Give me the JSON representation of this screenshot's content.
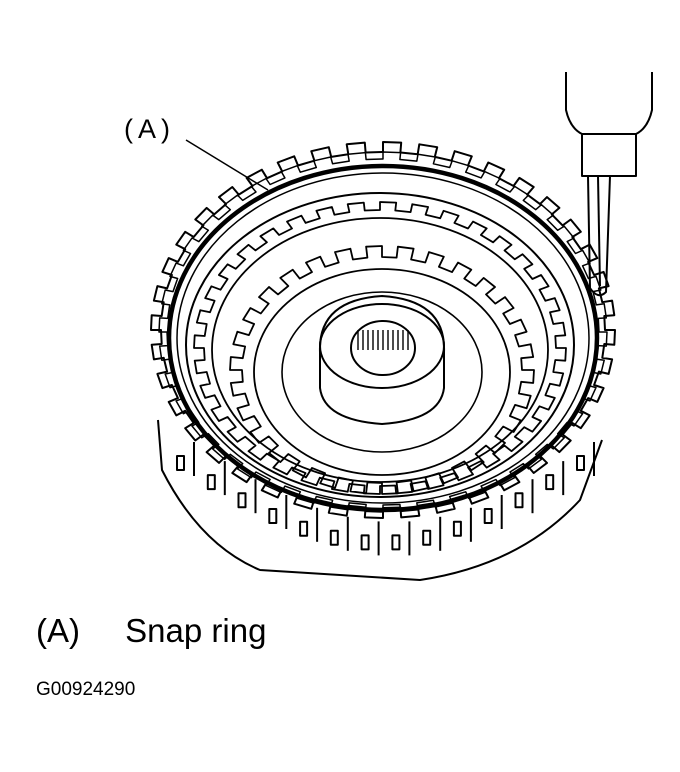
{
  "callout": {
    "label": "(A)"
  },
  "legend": {
    "key": "(A)",
    "text": "Snap ring"
  },
  "figure_id": "G00924290",
  "colors": {
    "line": "#000000",
    "background": "#ffffff"
  }
}
